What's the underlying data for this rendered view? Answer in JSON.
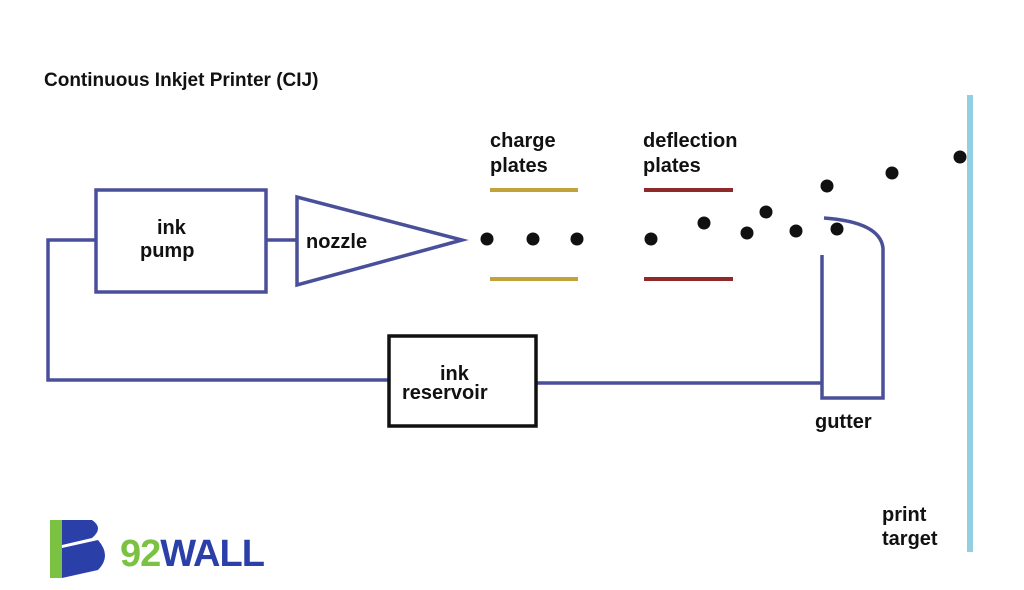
{
  "title": "Continuous Inkjet Printer (CIJ)",
  "labels": {
    "ink_pump": [
      "ink",
      "pump"
    ],
    "nozzle": "nozzle",
    "charge_plates": [
      "charge",
      "plates"
    ],
    "deflection_plates": [
      "deflection",
      "plates"
    ],
    "ink_reservoir": [
      "ink",
      "reservoir"
    ],
    "gutter": "gutter",
    "print_target": [
      "print",
      "target"
    ]
  },
  "logo_text": "92WALL",
  "colors": {
    "pipe": "#4a4f9a",
    "charge": "#c2a23a",
    "deflection": "#8e2a2a",
    "target": "#92cfe0",
    "box": "#111111"
  }
}
